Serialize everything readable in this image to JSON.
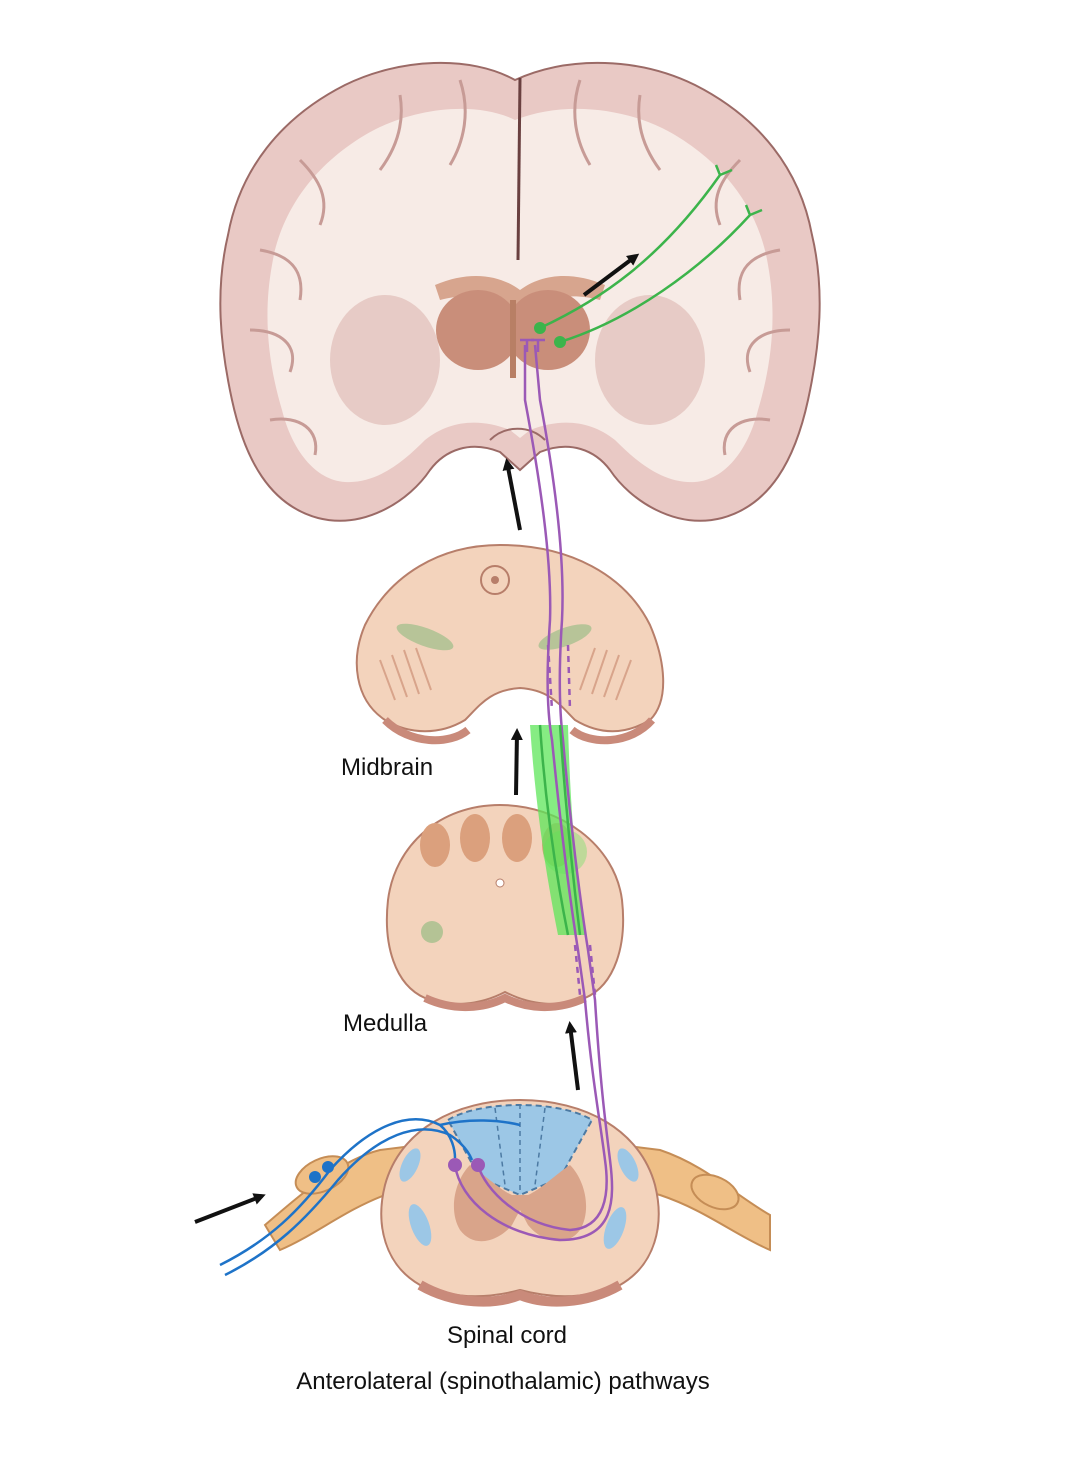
{
  "labels": {
    "midbrain": "Midbrain",
    "medulla": "Medulla",
    "spinal_cord": "Spinal cord",
    "caption": "Anterolateral (spinothalamic) pathways"
  },
  "colors": {
    "brain_tissue": "#e9c9c5",
    "white_matter": "#f7ebe6",
    "brainstem": "#f3d3bc",
    "thalamus": "#c98e7a",
    "spinothalamic_tract": "#9b59b6",
    "thalamocortical_neuron": "#3cb44b",
    "highlight_green": "#5de55a",
    "primary_afferent": "#1e73c8",
    "dorsal_column": "#9cc7e6",
    "nerve_root": "#efbf86",
    "arrow": "#111111"
  }
}
